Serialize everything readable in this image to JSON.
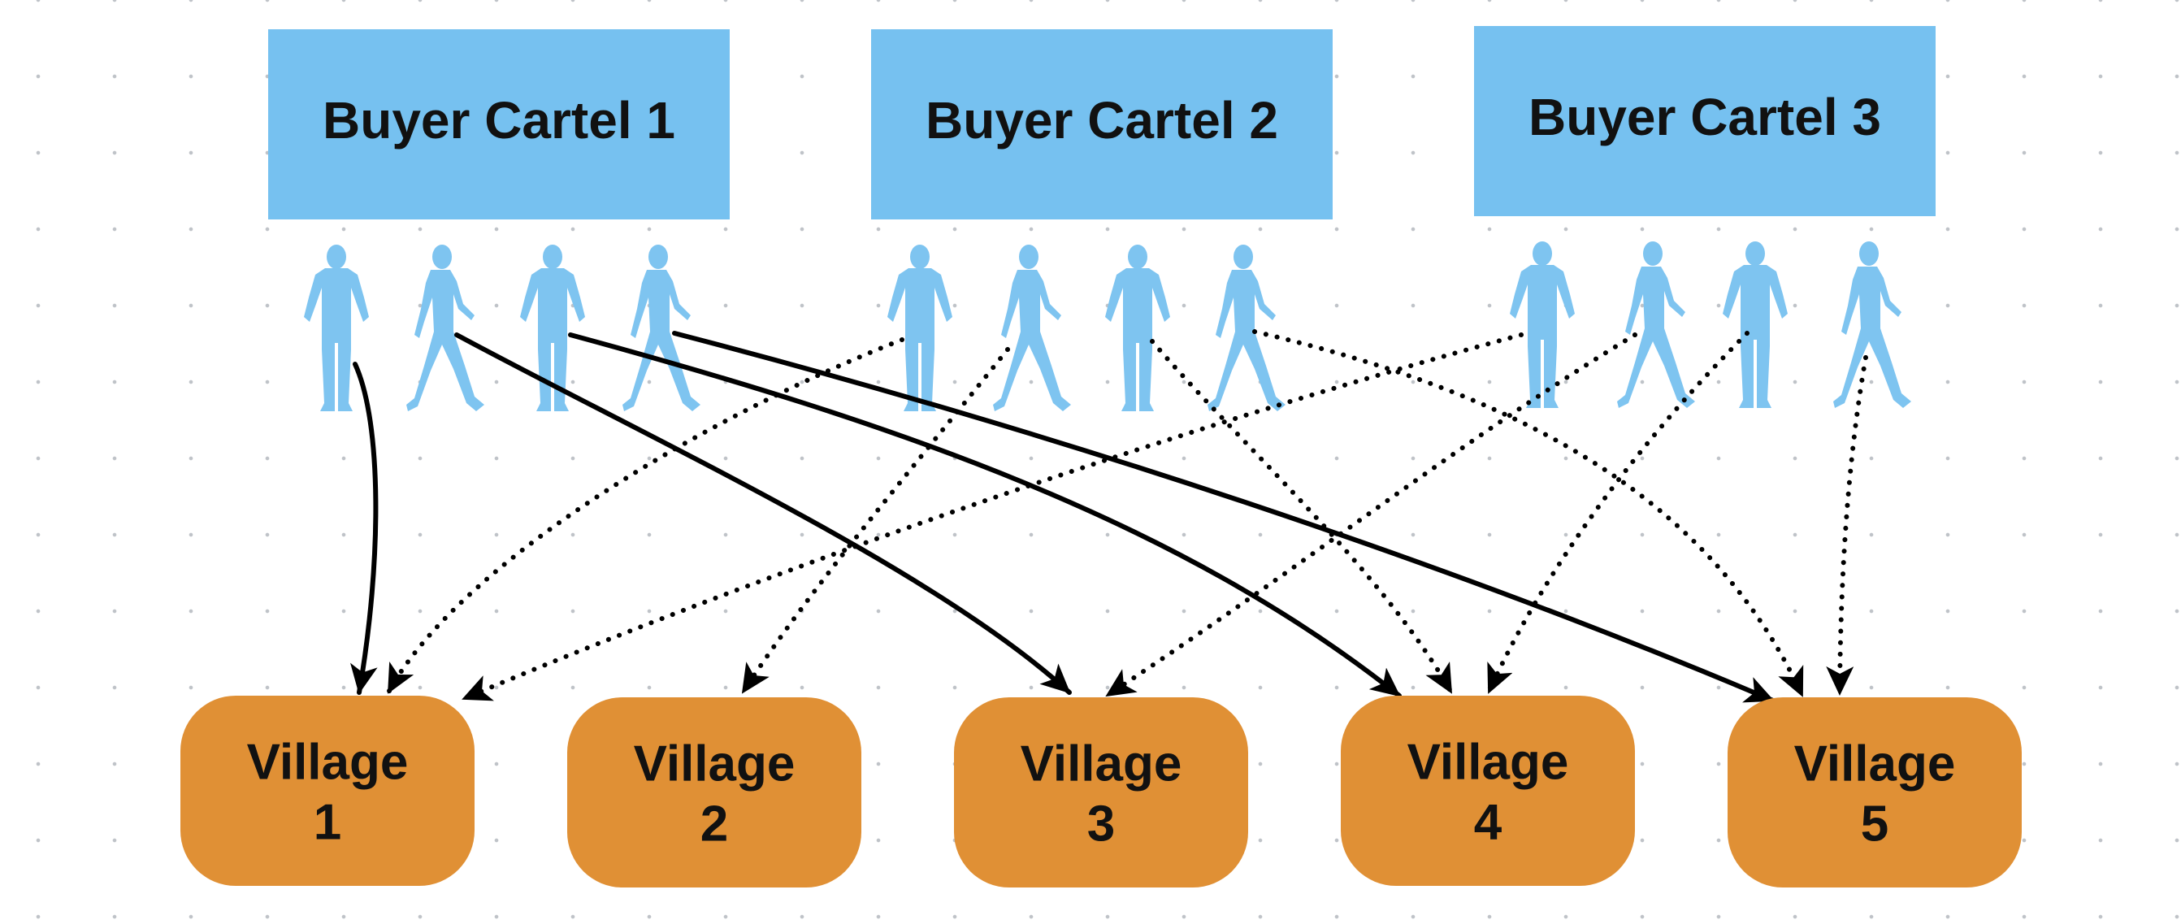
{
  "colors": {
    "cartel_fill": "#76c1f0",
    "village_fill": "#e09035",
    "person_fill": "#7ec4f0",
    "arrow": "#000000"
  },
  "cartels": [
    {
      "id": "c1",
      "label": "Buyer Cartel 1"
    },
    {
      "id": "c2",
      "label": "Buyer Cartel 2"
    },
    {
      "id": "c3",
      "label": "Buyer Cartel 3"
    }
  ],
  "villages": [
    {
      "id": "v1",
      "line1": "Village",
      "line2": "1"
    },
    {
      "id": "v2",
      "line1": "Village",
      "line2": "2"
    },
    {
      "id": "v3",
      "line1": "Village",
      "line2": "3"
    },
    {
      "id": "v4",
      "line1": "Village",
      "line2": "4"
    },
    {
      "id": "v5",
      "line1": "Village",
      "line2": "5"
    }
  ],
  "buyers": [
    {
      "id": "b1",
      "cartel": "c1",
      "figure": "man-standing"
    },
    {
      "id": "b2",
      "cartel": "c1",
      "figure": "woman-walking"
    },
    {
      "id": "b3",
      "cartel": "c1",
      "figure": "man-standing"
    },
    {
      "id": "b4",
      "cartel": "c1",
      "figure": "woman-walking"
    },
    {
      "id": "b5",
      "cartel": "c2",
      "figure": "man-standing"
    },
    {
      "id": "b6",
      "cartel": "c2",
      "figure": "woman-walking"
    },
    {
      "id": "b7",
      "cartel": "c2",
      "figure": "man-standing"
    },
    {
      "id": "b8",
      "cartel": "c2",
      "figure": "woman-walking"
    },
    {
      "id": "b9",
      "cartel": "c3",
      "figure": "man-standing"
    },
    {
      "id": "b10",
      "cartel": "c3",
      "figure": "woman-walking"
    },
    {
      "id": "b11",
      "cartel": "c3",
      "figure": "man-standing"
    },
    {
      "id": "b12",
      "cartel": "c3",
      "figure": "woman-walking"
    }
  ],
  "edges": [
    {
      "from": "b1",
      "to": "v1",
      "style": "solid"
    },
    {
      "from": "b2",
      "to": "v3",
      "style": "solid"
    },
    {
      "from": "b3",
      "to": "v4",
      "style": "solid"
    },
    {
      "from": "b4",
      "to": "v5",
      "style": "solid"
    },
    {
      "from": "b5",
      "to": "v1",
      "style": "dotted"
    },
    {
      "from": "b6",
      "to": "v2",
      "style": "dotted"
    },
    {
      "from": "b7",
      "to": "v4",
      "style": "dotted"
    },
    {
      "from": "b8",
      "to": "v5",
      "style": "dotted"
    },
    {
      "from": "b9",
      "to": "v1",
      "style": "dotted"
    },
    {
      "from": "b10",
      "to": "v3",
      "style": "dotted"
    },
    {
      "from": "b11",
      "to": "v4",
      "style": "dotted"
    },
    {
      "from": "b12",
      "to": "v5",
      "style": "dotted"
    }
  ]
}
